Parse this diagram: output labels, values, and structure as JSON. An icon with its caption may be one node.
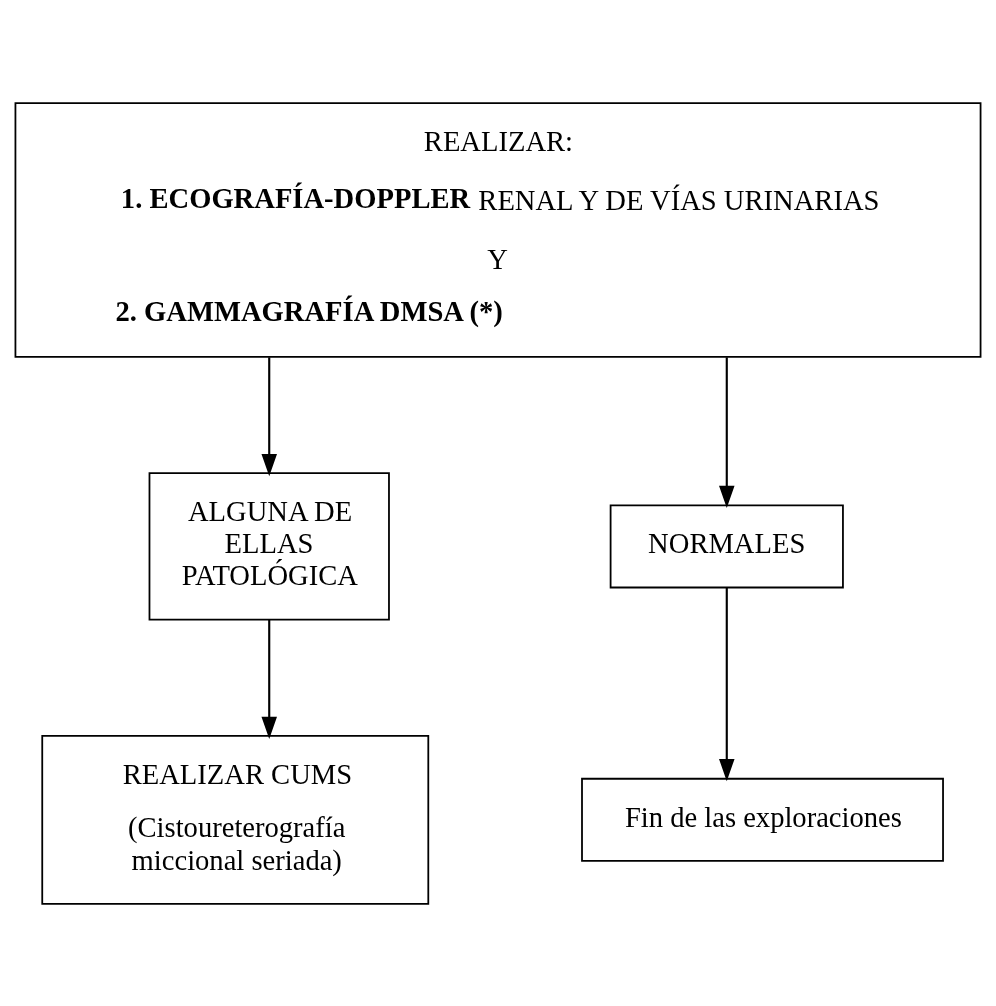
{
  "diagram": {
    "nodes": [
      {
        "text": [
          "REALIZAR:",
          "**1. ECOGRAFÍA-DOPPLER** RENAL Y DE VÍAS URINARIAS",
          "Y",
          "2. GAMMAGRAFÍA DMSA (*)"
        ]
      },
      {
        "text": [
          "ALGUNA DE ELLAS PATOLÓGICA"
        ]
      },
      {
        "text": [
          "NORMALES"
        ]
      },
      {
        "text": [
          "REALIZAR CUMS",
          "(Cistoureterografía miccional seriada)"
        ]
      },
      {
        "text": [
          "Fin de las exploraciones"
        ]
      }
    ],
    "edges": [
      {
        "from": 0,
        "to": 1,
        "arrow": "to"
      },
      {
        "from": 0,
        "to": 2,
        "arrow": "to"
      },
      {
        "from": 1,
        "to": 3,
        "arrow": "to"
      },
      {
        "from": 2,
        "to": 4,
        "arrow": "to"
      }
    ]
  }
}
